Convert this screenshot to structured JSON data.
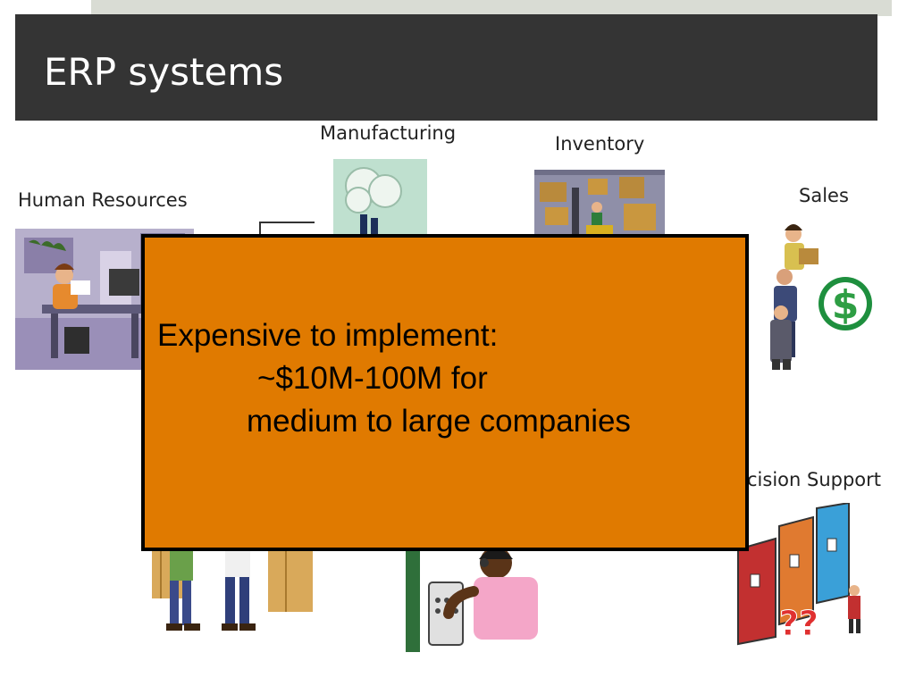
{
  "slide": {
    "title": "ERP systems"
  },
  "modules": {
    "human_resources": "Human Resources",
    "manufacturing": "Manufacturing",
    "inventory": "Inventory",
    "sales": "Sales",
    "decision_support": "cision Support"
  },
  "callout": {
    "line1": "Expensive to implement:",
    "line2": "~$10M-100M for",
    "line3": "medium to large companies"
  },
  "clipart": {
    "sales_symbol": "$",
    "decision_symbol": "??"
  },
  "colors": {
    "title_bar": "#343434",
    "callout_fill": "#e07a00",
    "accent_green": "#2e9e44"
  }
}
